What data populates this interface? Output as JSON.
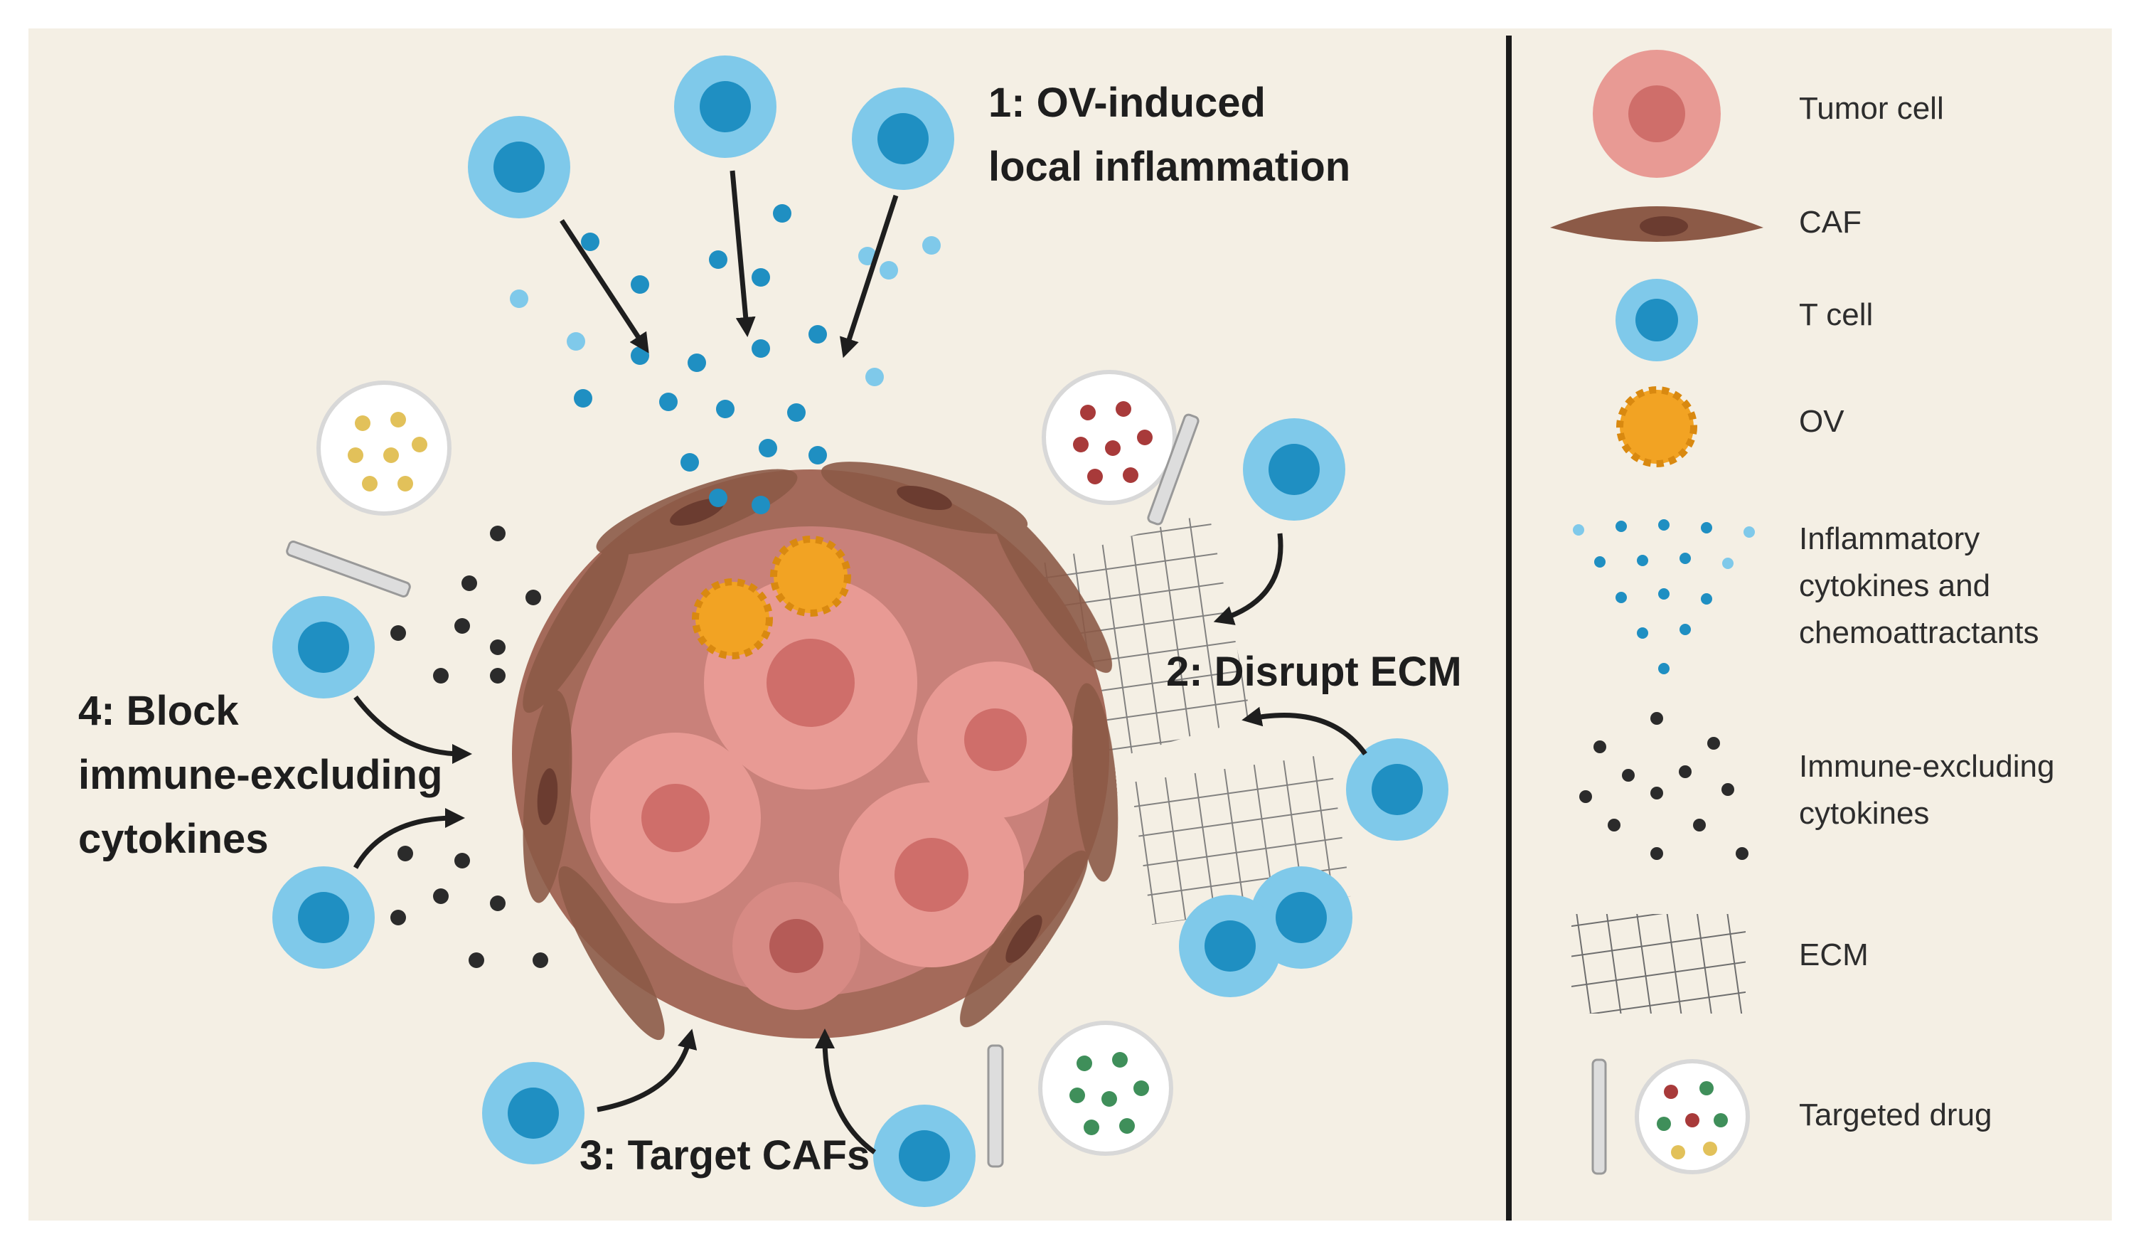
{
  "colors": {
    "background": "#f4efe4",
    "tcell_outer": "#7fc9ea",
    "tcell_inner": "#1f8fc2",
    "caf": "#8c5a47",
    "tumor": "#e89a94",
    "ov": "#f2a323",
    "inflammatory_cytokine": "#1f8fc2",
    "immune_excluding_cytokine": "#2b2b2b",
    "drug_red": "#a83a3a",
    "drug_green": "#3f8f5a",
    "drug_yellow": "#e2c15a"
  },
  "steps": {
    "step1": [
      "1: OV-induced",
      "local inflammation"
    ],
    "step2": "2: Disrupt ECM",
    "step3": "3: Target CAFs",
    "step4": [
      "4: Block",
      "immune-excluding",
      "cytokines"
    ]
  },
  "legend": {
    "items": [
      {
        "icon": "tumor-cell-icon",
        "label": [
          "Tumor cell"
        ]
      },
      {
        "icon": "caf-icon",
        "label": [
          "CAF"
        ]
      },
      {
        "icon": "t-cell-icon",
        "label": [
          "T cell"
        ]
      },
      {
        "icon": "ov-icon",
        "label": [
          "OV"
        ]
      },
      {
        "icon": "inflammatory-cytokines-icon",
        "label": [
          "Inflammatory",
          "cytokines and",
          "chemoattractants"
        ]
      },
      {
        "icon": "immune-excluding-cytokines-icon",
        "label": [
          "Immune-excluding",
          "cytokines"
        ]
      },
      {
        "icon": "ecm-icon",
        "label": [
          "ECM"
        ]
      },
      {
        "icon": "targeted-drug-icon",
        "label": [
          "Targeted drug"
        ]
      }
    ]
  }
}
